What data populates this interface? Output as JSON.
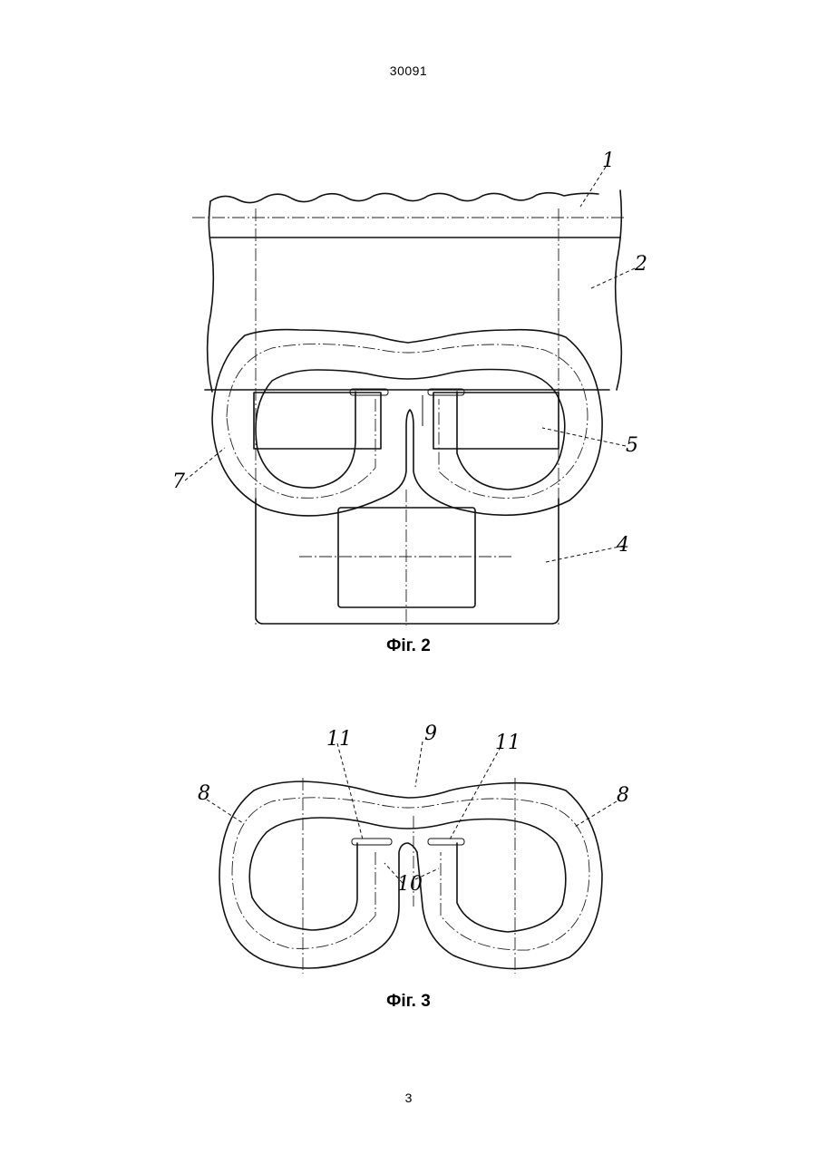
{
  "header": {
    "patent_number": "30091"
  },
  "figures": [
    {
      "caption": "Фіг. 2",
      "labels": [
        "1",
        "2",
        "5",
        "7",
        "4"
      ]
    },
    {
      "caption": "Фіг. 3",
      "labels": [
        "8",
        "11",
        "9",
        "11",
        "8",
        "10"
      ]
    }
  ],
  "footer": {
    "page_number": "3"
  }
}
